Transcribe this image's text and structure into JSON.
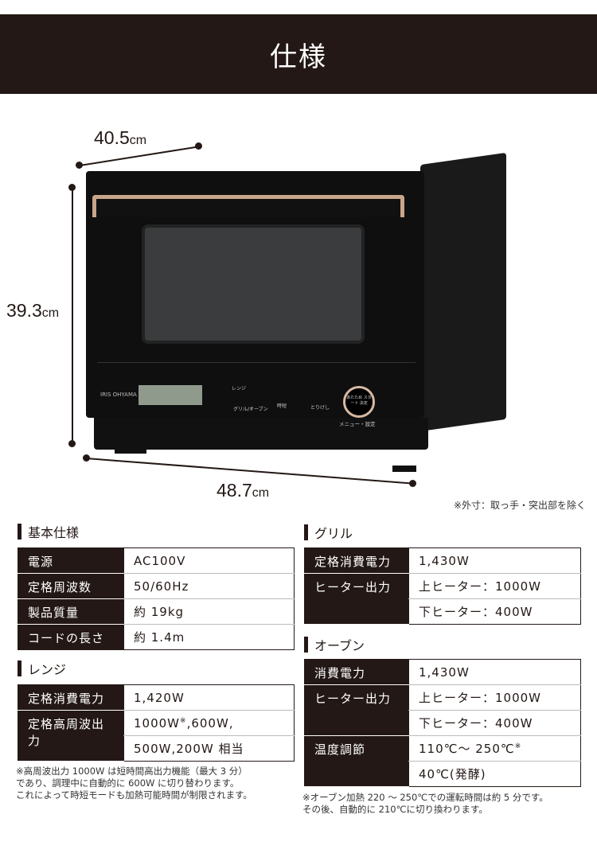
{
  "header": {
    "title": "仕様"
  },
  "dimensions": {
    "depth": "40.5",
    "height": "39.3",
    "width": "48.7",
    "unit": "cm",
    "note": "※外寸：取っ手・突出部を除く"
  },
  "product": {
    "brand": "IRIS OHYAMA",
    "buttons": [
      "レンジ",
      "グリル/オーブン",
      "時短",
      "とりけし"
    ],
    "dial_text": "あたため スタート 決定",
    "dial_label": "メニュー・設定"
  },
  "basic": {
    "title": "基本仕様",
    "rows": [
      {
        "label": "電源",
        "value": "AC100V"
      },
      {
        "label": "定格周波数",
        "value": "50/60Hz"
      },
      {
        "label": "製品質量",
        "value": "約 19kg"
      },
      {
        "label": "コードの長さ",
        "value": "約 1.4m"
      }
    ]
  },
  "range": {
    "title": "レンジ",
    "rows": [
      {
        "label": "定格消費電力",
        "value": "1,420W"
      },
      {
        "label": "定格高周波出力",
        "value1": "1000W",
        "mark": "※",
        "value1b": ",600W,",
        "value2": "500W,200W 相当"
      }
    ],
    "note": [
      "※高周波出力 1000W は短時間高出力機能（最大 3 分）",
      "であり、調理中に自動的に 600W に切り替わります。",
      "これによって時短モードも加熱可能時間が制限されます。"
    ]
  },
  "grill": {
    "title": "グリル",
    "rows": [
      {
        "label": "定格消費電力",
        "value": "1,430W"
      },
      {
        "label": "ヒーター出力",
        "value1": "上ヒーター：1000W",
        "value2": "下ヒーター：400W"
      }
    ]
  },
  "oven": {
    "title": "オーブン",
    "rows": [
      {
        "label": "消費電力",
        "value": "1,430W"
      },
      {
        "label": "ヒーター出力",
        "value1": "上ヒーター：1000W",
        "value2": "下ヒーター：400W"
      },
      {
        "label": "温度調節",
        "value1": "110℃～ 250℃",
        "mark": "※",
        "value2": "40℃(発酵)"
      }
    ],
    "note": [
      "※オーブン加熱 220 ～ 250℃での運転時間は約 5 分です。",
      "その後、自動的に 210℃に切り換わります。"
    ]
  }
}
